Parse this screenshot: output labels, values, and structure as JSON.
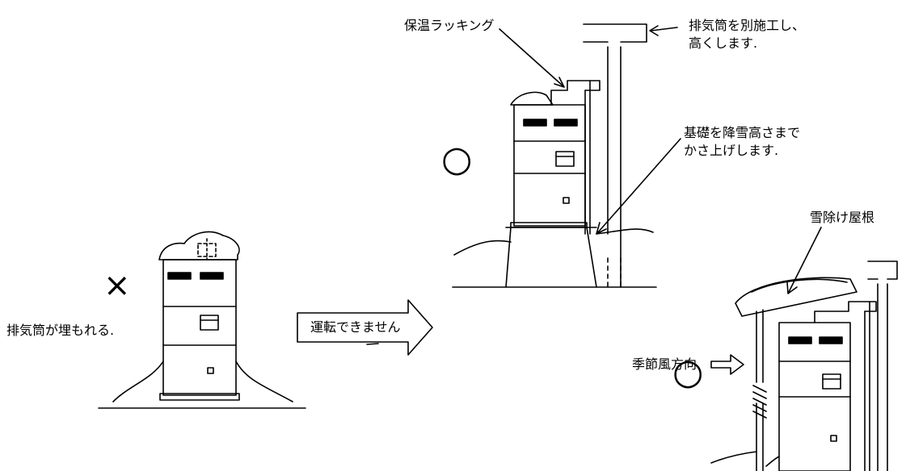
{
  "labels": {
    "insulation_lagging": "保温ラッキング",
    "exhaust_separate_line1": "排気筒を別施工し、",
    "exhaust_separate_line2": "高くします.",
    "base_raise_line1": "基礎を降雪高さまで",
    "base_raise_line2": "かさ上げします.",
    "snow_roof": "雪除け屋根",
    "buried_exhaust": "排気筒が埋もれる.",
    "cannot_operate": "運転できません",
    "seasonal_wind": "季節風方向"
  },
  "marks": {
    "bad": "×",
    "good_top": "○",
    "good_bottom": "○"
  }
}
